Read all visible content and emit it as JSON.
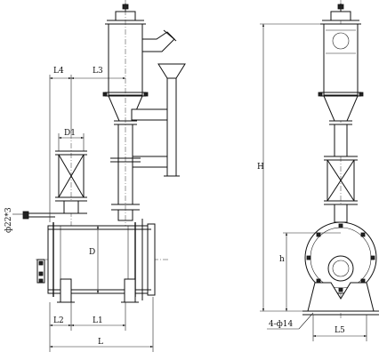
{
  "drawing": {
    "labels": {
      "L4": "L4",
      "L3": "L3",
      "D1": "D1",
      "D": "D",
      "pipe_thread": "ф22*3",
      "L2": "L2",
      "L1": "L1",
      "L": "L",
      "H": "H",
      "h": "h",
      "bolt_holes": "4-ф14",
      "L5": "L5"
    }
  }
}
